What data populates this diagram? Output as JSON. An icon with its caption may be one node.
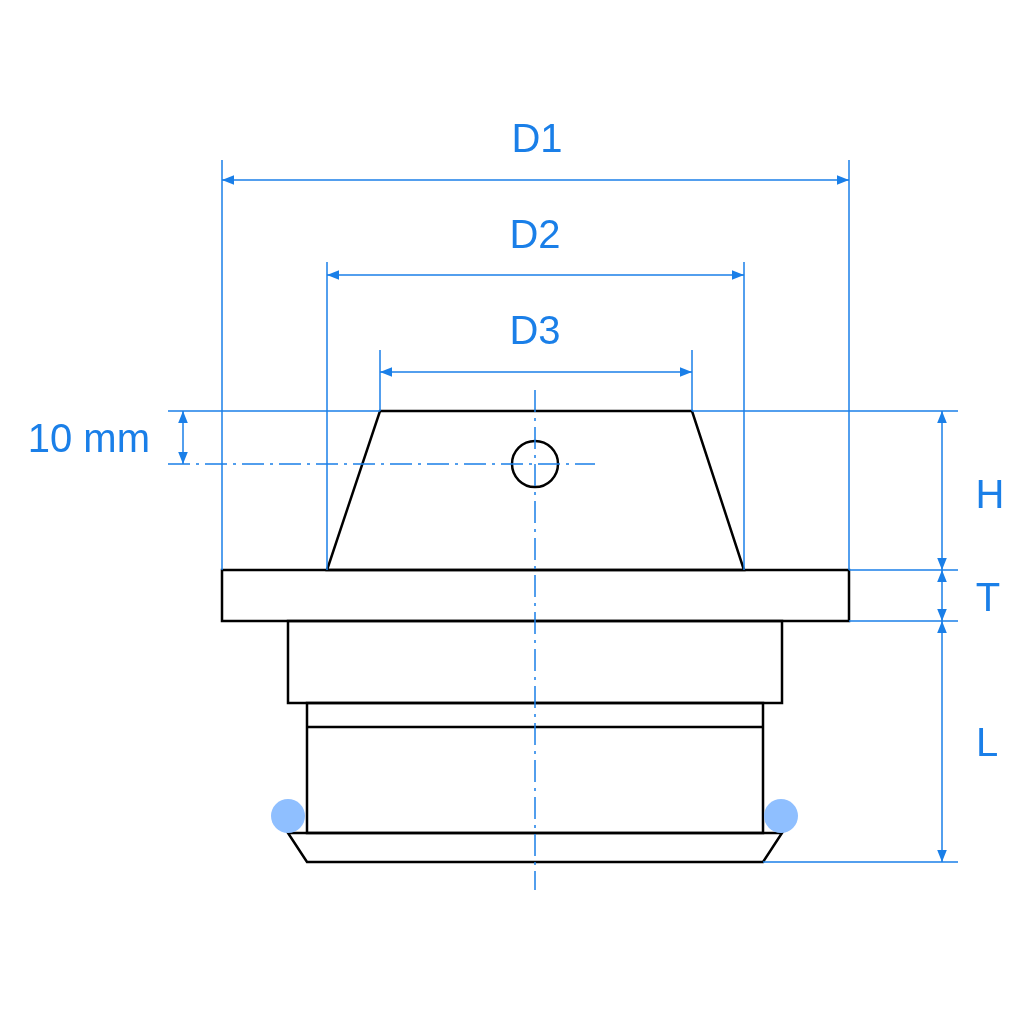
{
  "diagram": {
    "labels": [
      "D1",
      "D2",
      "D3",
      "10 mm",
      "H",
      "T",
      "L"
    ]
  }
}
